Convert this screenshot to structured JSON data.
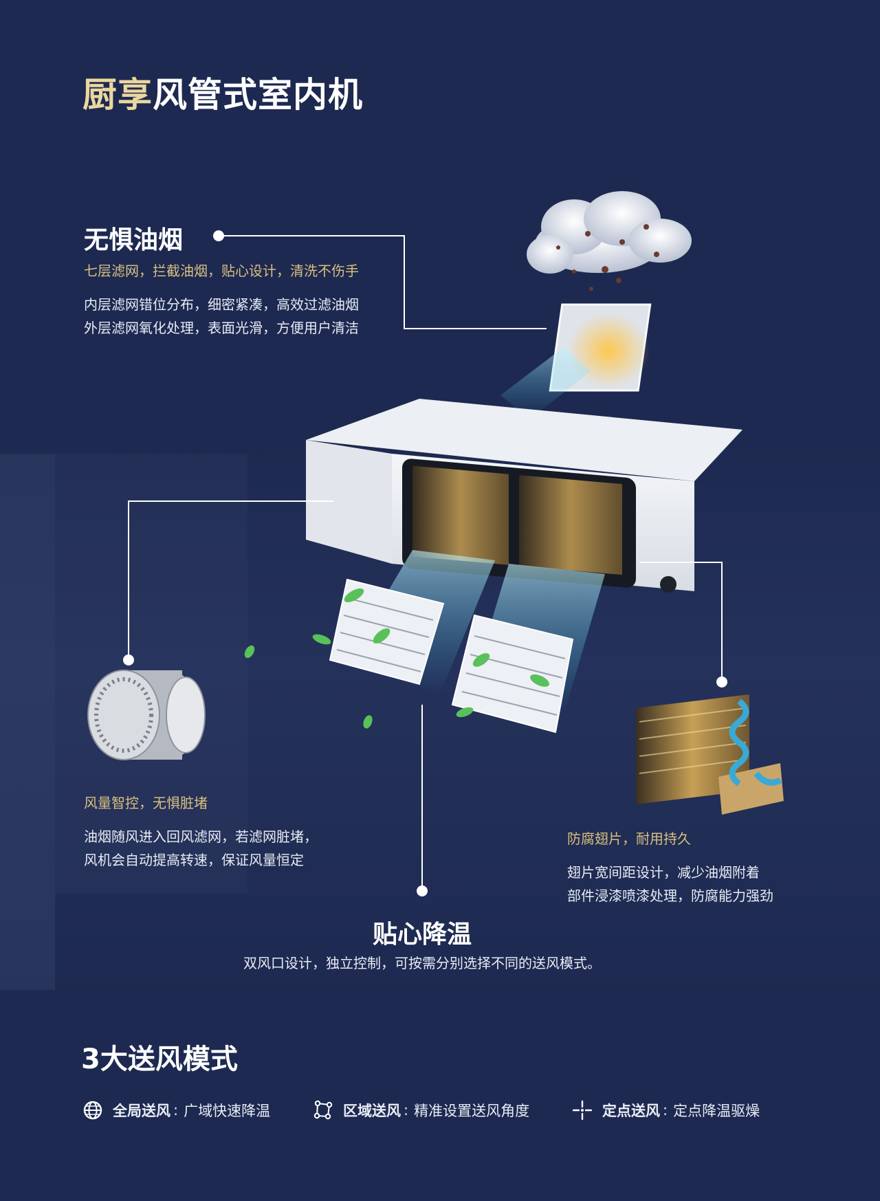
{
  "title": {
    "accent": "厨享",
    "rest": "风管式室内机"
  },
  "features": {
    "smoke": {
      "title": "无惧油烟",
      "subtitle": "七层滤网，拦截油烟，贴心设计，清洗不伤手",
      "desc": [
        "内层滤网错位分布，细密紧凑，高效过滤油烟",
        "外层滤网氧化处理，表面光滑，方便用户清洁"
      ]
    },
    "airflow": {
      "subtitle": "风量智控，无惧脏堵",
      "desc": [
        "油烟随风进入回风滤网，若滤网脏堵，",
        "风机会自动提高转速，保证风量恒定"
      ]
    },
    "fins": {
      "subtitle": "防腐翅片，耐用持久",
      "desc": [
        "翅片宽间距设计，减少油烟附着",
        "部件浸漆喷漆处理，防腐能力强劲"
      ]
    },
    "cooling": {
      "title": "贴心降温",
      "desc": "双风口设计，独立控制，可按需分别选择不同的送风模式。"
    }
  },
  "modes": {
    "title": "3大送风模式",
    "items": [
      {
        "icon": "globe-icon",
        "name": "全局送风",
        "desc": "广域快速降温"
      },
      {
        "icon": "area-icon",
        "name": "区域送风",
        "desc": "精准设置送风角度"
      },
      {
        "icon": "crosshair-icon",
        "name": "定点送风",
        "desc": "定点降温驱燥"
      }
    ]
  },
  "colors": {
    "background": "#1d2950",
    "accent": "#ead79f",
    "subtitle": "#d9c07f"
  }
}
